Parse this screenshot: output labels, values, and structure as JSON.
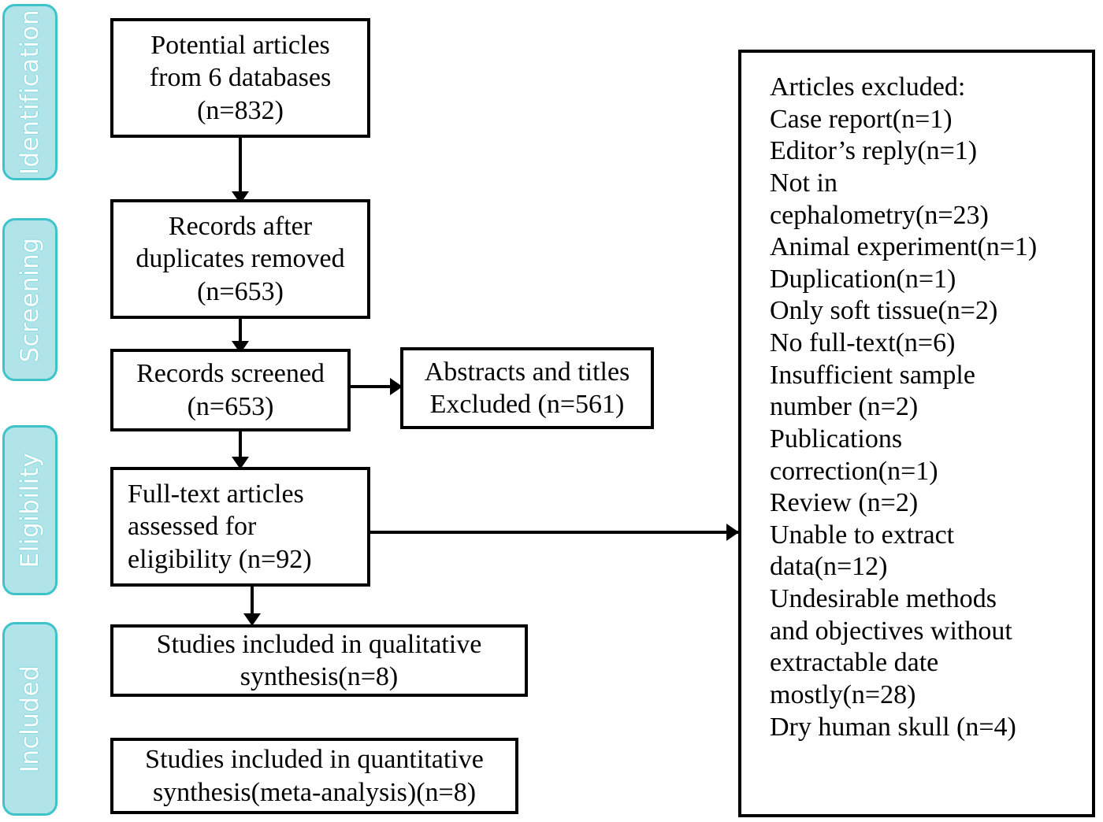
{
  "diagram": {
    "type": "prisma-flow-diagram",
    "title": "PRISMA study selection flow diagram",
    "colors": {
      "phase_fill": "#B0E4E9",
      "phase_border": "#3FC3CB",
      "phase_text": "#FFFFFF",
      "box_border": "#000000",
      "box_fill": "#FFFFFF",
      "text": "#000000"
    }
  },
  "phases": [
    {
      "id": "identification",
      "label": "Identification"
    },
    {
      "id": "screening",
      "label": "Screening"
    },
    {
      "id": "eligibility",
      "label": "Eligibility"
    },
    {
      "id": "included",
      "label": "Included"
    }
  ],
  "boxes": {
    "potential_articles": {
      "id": "potential-articles",
      "text": "Potential articles\nfrom 6 databases\n(n=832)",
      "n": 832
    },
    "records_after_duplicates": {
      "id": "records-after-duplicates",
      "text": "Records after\nduplicates removed\n(n=653)",
      "n": 653
    },
    "records_screened": {
      "id": "records-screened",
      "text": "Records screened\n(n=653)",
      "n": 653
    },
    "abstracts_excluded": {
      "id": "abstracts-and-titles-excluded",
      "text": "Abstracts and titles\nExcluded  (n=561)",
      "n": 561
    },
    "full_text_assessed": {
      "id": "full-text-articles-assessed",
      "text": "Full-text articles\nassessed for\neligibility  (n=92)",
      "n": 92
    },
    "qualitative_synthesis": {
      "id": "studies-included-qualitative",
      "text": "Studies included in qualitative\nsynthesis(n=8)",
      "n": 8
    },
    "quantitative_synthesis": {
      "id": "studies-included-quantitative",
      "text": "Studies included in quantitative\nsynthesis(meta-analysis)(n=8)",
      "n": 8
    }
  },
  "excluded_panel": {
    "heading": "Articles excluded:",
    "lines": [
      "Articles excluded:",
      "Case report(n=1)",
      "Editor’s reply(n=1)",
      "Not in",
      "cephalometry(n=23)",
      "Animal experiment(n=1)",
      "Duplication(n=1)",
      "Only soft tissue(n=2)",
      "No full-text(n=6)",
      "Insufficient sample",
      "number (n=2)",
      "Publications",
      "correction(n=1)",
      "Review (n=2)",
      "Unable to extract",
      "data(n=12)",
      "Undesirable methods",
      "and objectives without",
      "extractable date",
      "mostly(n=28)",
      "Dry human skull (n=4)"
    ],
    "reasons": [
      {
        "reason": "Case report",
        "n": 1
      },
      {
        "reason": "Editor’s reply",
        "n": 1
      },
      {
        "reason": "Not in cephalometry",
        "n": 23
      },
      {
        "reason": "Animal experiment",
        "n": 1
      },
      {
        "reason": "Duplication",
        "n": 1
      },
      {
        "reason": "Only soft tissue",
        "n": 2
      },
      {
        "reason": "No full-text",
        "n": 6
      },
      {
        "reason": "Insufficient sample number",
        "n": 2
      },
      {
        "reason": "Publications correction",
        "n": 1
      },
      {
        "reason": "Review",
        "n": 2
      },
      {
        "reason": "Unable to extract data",
        "n": 12
      },
      {
        "reason": "Undesirable methods and objectives without extractable date mostly",
        "n": 28
      },
      {
        "reason": "Dry human skull",
        "n": 4
      }
    ]
  }
}
